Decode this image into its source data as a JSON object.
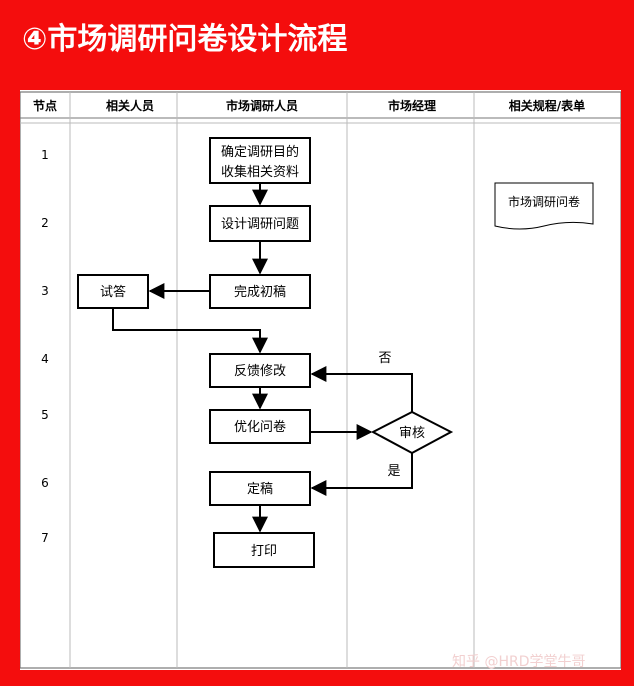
{
  "title": "④市场调研问卷设计流程",
  "watermark": "知乎 @HRD学堂牛哥",
  "columns": {
    "step": "节点",
    "related": "相关人员",
    "researcher": "市场调研人员",
    "manager": "市场经理",
    "forms": "相关规程/表单"
  },
  "row_numbers": [
    "1",
    "2",
    "3",
    "4",
    "5",
    "6",
    "7"
  ],
  "nodes": {
    "confirm_line1": "确定调研目的",
    "confirm_line2": "收集相关资料",
    "design": "设计调研问题",
    "draft": "完成初稿",
    "trial": "试答",
    "feedback": "反馈修改",
    "optimize": "优化问卷",
    "review": "审核",
    "finalize": "定稿",
    "print": "打印",
    "questionnaire_doc": "市场调研问卷"
  },
  "edge_labels": {
    "no": "否",
    "yes": "是"
  },
  "colors": {
    "background": "#f40d0d",
    "panel": "#ffffff",
    "line": "#000000",
    "grid": "#b0b0b0"
  }
}
